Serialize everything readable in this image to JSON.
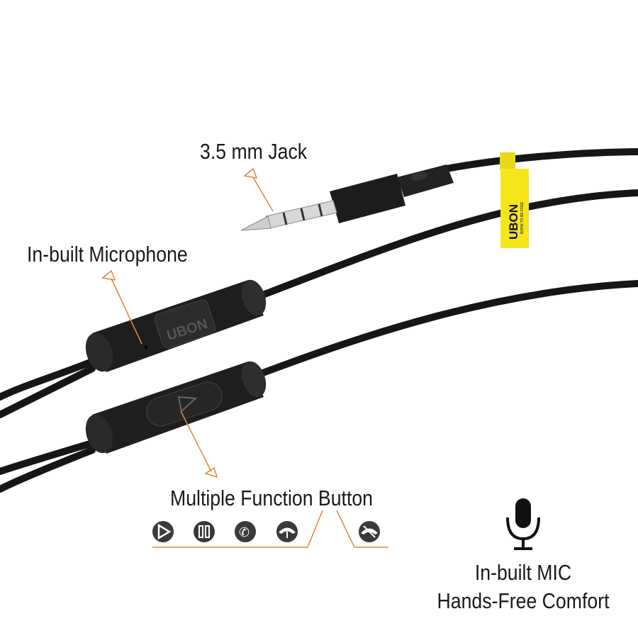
{
  "labels": {
    "jack": "3.5 mm Jack",
    "microphone": "In-built Microphone",
    "button": "Multiple Function Button"
  },
  "feature": {
    "line1": "In-built MIC",
    "line2": "Hands-Free Comfort",
    "icon": "microphone-icon"
  },
  "function_icons": [
    "play-icon",
    "pause-icon",
    "call-answer-icon",
    "call-end-icon",
    "call-reject-icon"
  ],
  "brand": {
    "remote_logo": "UBON",
    "tag_logo": "UBON",
    "tag_slogan": "BORN TO BE FREE"
  },
  "colors": {
    "accent": "#e8833a",
    "tag": "#f5e51b",
    "cable": "#161616",
    "icon": "#3a3a3a"
  }
}
